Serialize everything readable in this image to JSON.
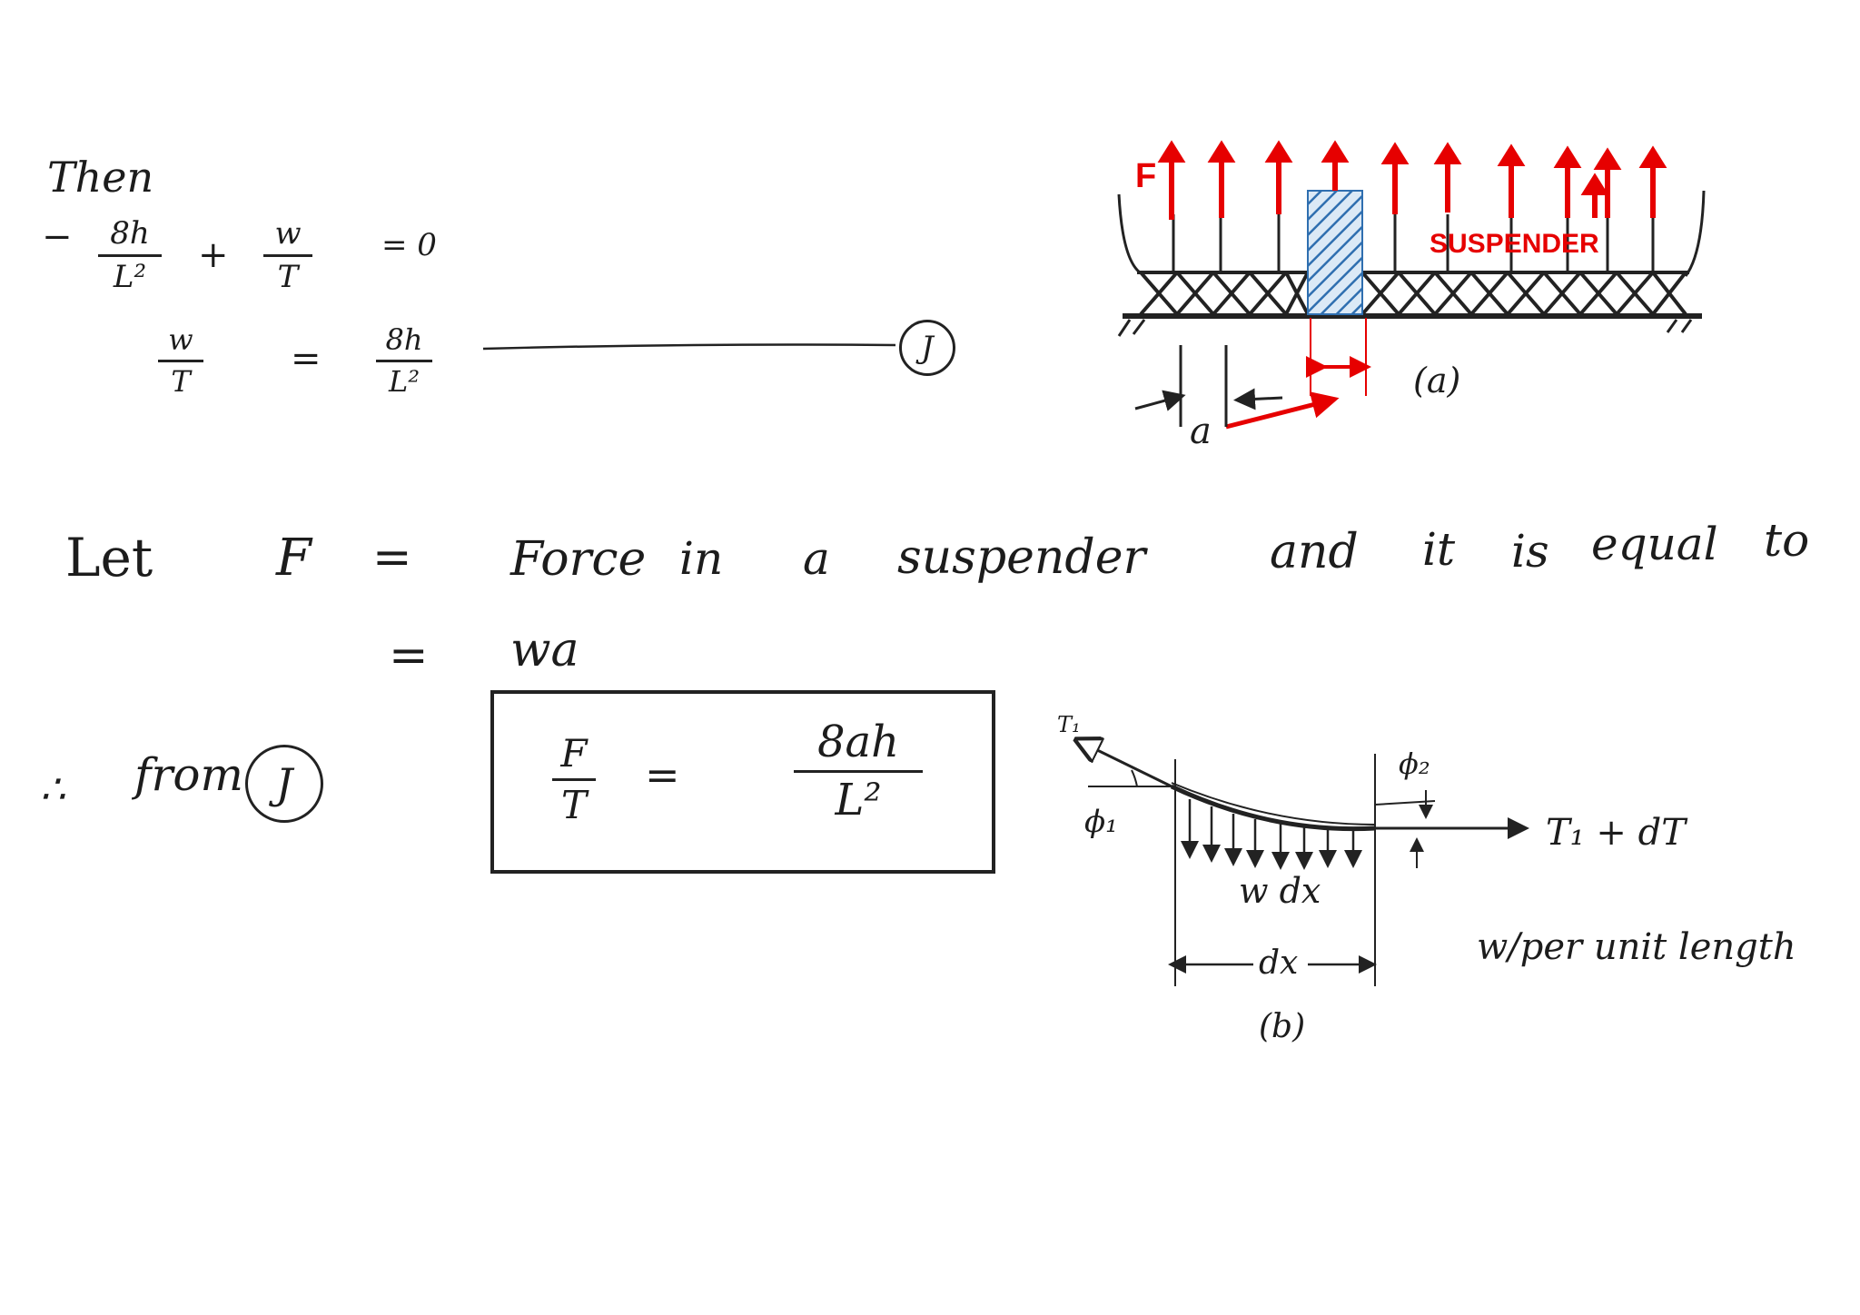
{
  "eq_then": {
    "then_word": "Then",
    "minus": "−",
    "t1_num": "8h",
    "t1_den": "L²",
    "plus": "+",
    "t2_num": "w",
    "t2_den": "T",
    "equals_zero": "= 0"
  },
  "eq_j": {
    "lhs_num": "w",
    "lhs_den": "T",
    "equals": "=",
    "rhs_num": "8h",
    "rhs_den": "L²",
    "tag": "J"
  },
  "statement": {
    "let": "Let",
    "symbol": "F",
    "equals": "=",
    "words": [
      "Force",
      "in",
      "a",
      "suspender",
      "and",
      "it",
      "is",
      "equal",
      "to"
    ],
    "equals2": "=",
    "value": "wa"
  },
  "result": {
    "therefore": "∴",
    "from_word": "from",
    "tag": "J",
    "lhs_num": "F",
    "lhs_den": "T",
    "equals": "=",
    "rhs_num": "8ah",
    "rhs_den": "L²"
  },
  "figure_a": {
    "force_label": "F",
    "suspender_label": "SUSPENDER",
    "spacing_label": "a",
    "caption": "(a)",
    "colors": {
      "arrow": "#e60000",
      "hatch": "#2f6fb0",
      "hatch_bg": "#dbe9f6"
    }
  },
  "figure_b": {
    "tension_left": "T₁",
    "angle_left": "ϕ₁",
    "angle_right": "ϕ₂",
    "tension_right": "T₁ + dT",
    "load_label": "w dx",
    "width_label": "dx",
    "caption": "(b)",
    "note": "w/per unit length"
  }
}
